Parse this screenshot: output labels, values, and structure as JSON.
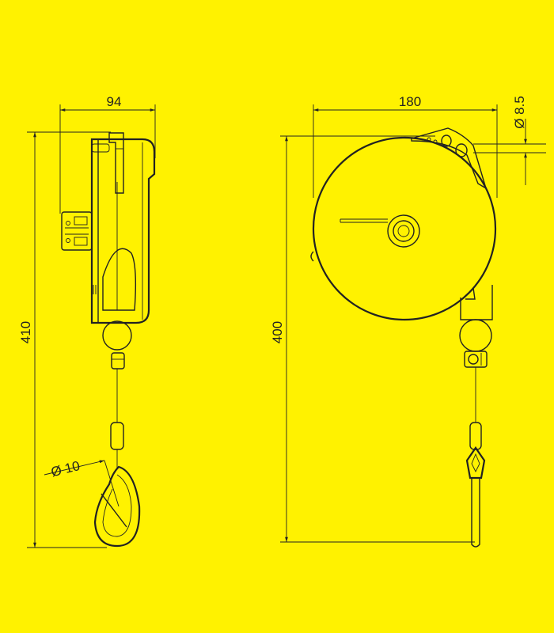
{
  "drawing": {
    "background_color": "#FFF200",
    "line_color": "#222222",
    "side_view": {
      "width_label": "94",
      "height_label": "410",
      "hook_diameter_label": "Ø 10"
    },
    "front_view": {
      "width_label": "180",
      "height_label": "400",
      "hole_diameter_label": "Ø 8.5"
    }
  }
}
